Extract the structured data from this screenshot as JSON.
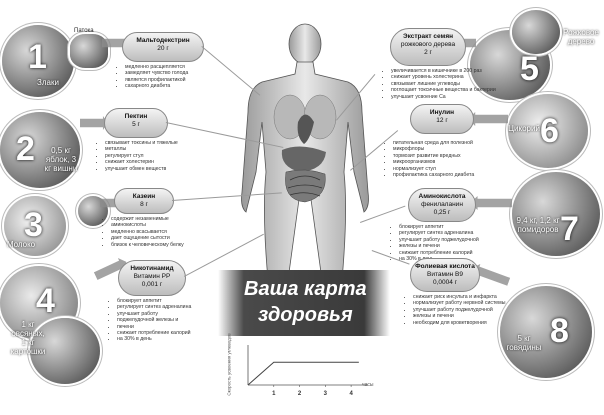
{
  "title": {
    "line1": "Ваша карта",
    "line2": "здоровья"
  },
  "left": [
    {
      "num": "1",
      "label": "Злаки",
      "top_label": "Патока",
      "name": "Мальтодекстрин",
      "amount": "20 г",
      "bullets": [
        "медленно расщепляется",
        "замедляет чувство голода",
        "является профилактикой",
        "сахарного диабета"
      ]
    },
    {
      "num": "2",
      "label": "0,5 кг яблок, 3 кг вишни",
      "name": "Пектин",
      "amount": "5 г",
      "bullets": [
        "связывает токсины и тяжелые",
        "металлы",
        "регулирует стул",
        "снижает холестерин",
        "улучшает обмен веществ"
      ]
    },
    {
      "num": "3",
      "label": "Молоко",
      "name": "Казеин",
      "amount": "8 г",
      "bullets": [
        "содержит незаменимые",
        "аминокислоты",
        "медленно всасывается",
        "дает ощущение сытости",
        "близок к человеческому белку"
      ]
    },
    {
      "num": "4",
      "label": "1 кг овсяных, 1 кг картошки",
      "name": "Никотинамид",
      "name2": "Витамин РР",
      "amount": "0,001 г",
      "bullets": [
        "блокирует аппетит",
        "регулирует синтез адреналина",
        "улучшает работу",
        "поджелудочной железы и",
        "печени",
        "снижает потребление калорий",
        "на 30% в день"
      ]
    }
  ],
  "right": [
    {
      "num": "5",
      "label": "Рожковое дерево",
      "name": "Экстракт семян",
      "name2": "рожкового дерева",
      "amount": "2 г",
      "bullets": [
        "увеличивается в кишечнике в 200 раз",
        "снижает уровень холестерина",
        "связывает лишние углеводы",
        "поглощает токсичные вещества и бактерии",
        "улучшает усвоение Ca"
      ]
    },
    {
      "num": "6",
      "label": "Цикорий",
      "name": "Инулин",
      "amount": "12 г",
      "bullets": [
        "питательная среда для полезной",
        "микрофлоры",
        "тормозит развитие вредных",
        "микроорганизмов",
        "нормализует стул",
        "профилактика сахарного диабета"
      ]
    },
    {
      "num": "7",
      "label": "9,4 кг, 1,2 кг помидоров",
      "name": "Аминокислота",
      "name2": "фенилаланин",
      "amount": "0,25 г",
      "bullets": [
        "блокирует аппетит",
        "регулирует синтез адреналина",
        "улучшает работу поджелудочной",
        "железы и печени",
        "снижает потребление калорий",
        "на 30% в день"
      ]
    },
    {
      "num": "8",
      "label": "5 кг говядины",
      "name": "Фолиевая кислота",
      "name2": "Витамин В9",
      "amount": "0,0004 г",
      "bullets": [
        "снижает риск инсульта и инфаркта",
        "нормализует работу нервной системы",
        "улучшает работу поджелудочной",
        "железы и печени",
        "необходим для кроветворения"
      ]
    }
  ],
  "chart": {
    "ylabel": "Скорость усвоения углеводов",
    "xlabel": "часы",
    "ticks": [
      "1",
      "2",
      "3",
      "4"
    ]
  },
  "chart_data": {
    "type": "line",
    "x": [
      0,
      1,
      4.3
    ],
    "y": [
      0,
      0.6,
      0.6
    ],
    "xlabel": "часы",
    "ylabel": "Скорость усвоения углеводов",
    "xticks": [
      "1",
      "2",
      "3",
      "4"
    ]
  }
}
